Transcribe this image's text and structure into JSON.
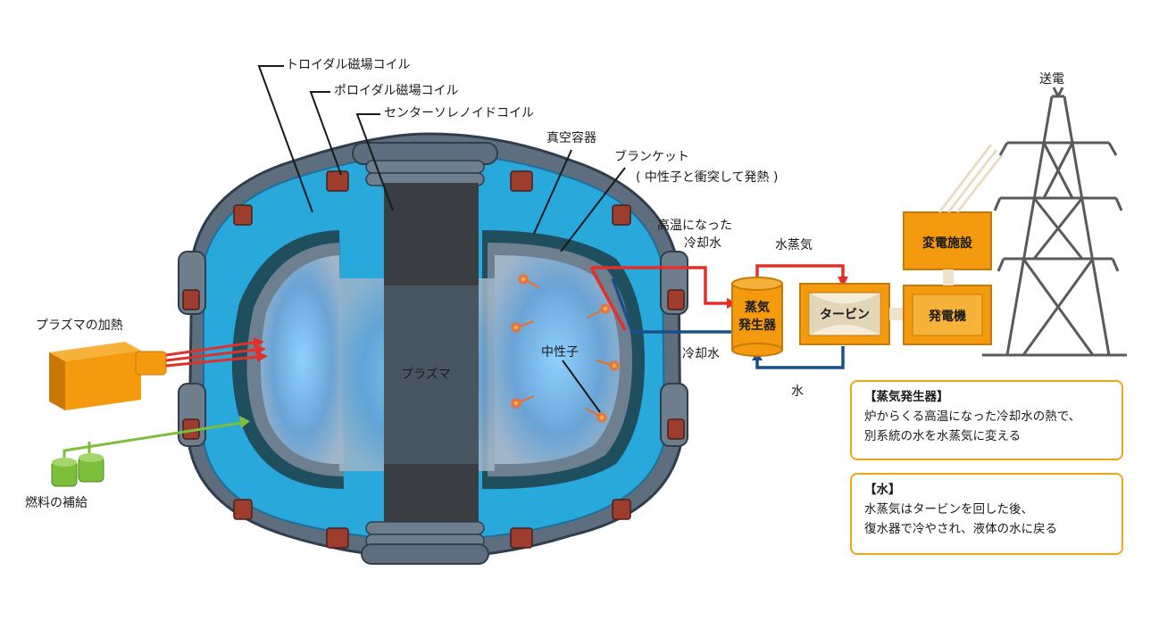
{
  "labels": {
    "toroidal_coil": "トロイダル磁場コイル",
    "poloidal_coil": "ポロイダル磁場コイル",
    "center_solenoid": "センターソレノイドコイル",
    "vacuum_vessel": "真空容器",
    "blanket": "ブランケット",
    "blanket_note": "( 中性子と衝突して発熱 )",
    "hot_coolant_1": "高温になった",
    "hot_coolant_2": "冷却水",
    "steam": "水蒸気",
    "coolant": "冷却水",
    "water": "水",
    "plasma": "プラズマ",
    "neutron": "中性子",
    "plasma_heating": "プラズマの加熱",
    "fuel_supply": "燃料の補給",
    "transmission": "送電"
  },
  "boxes": {
    "steam_generator_1": "蒸気",
    "steam_generator_2": "発生器",
    "turbine": "タービン",
    "generator": "発電機",
    "substation": "変電施設"
  },
  "info": {
    "steam_generator": {
      "title": "【蒸気発生器】",
      "line1": "炉からくる高温になった冷却水の熱で、",
      "line2": "別系統の水を水蒸気に変える"
    },
    "water": {
      "title": "【水】",
      "line1": "水蒸気はタービンを回した後、",
      "line2": "復水器で冷やされ、液体の水に戻る"
    }
  },
  "colors": {
    "blanket_blue": "#29a8dc",
    "vessel_dark": "#1f4e5f",
    "plasma_blue": "#6ea5d8",
    "solenoid": "#3a3d42",
    "coil_red": "#9c3d2e",
    "orange": "#f39a0e",
    "hot_pipe": "#e0302b",
    "cool_pipe": "#1b4f8a",
    "fuel_green": "#7cbf3a",
    "box_border": "#f2a51a"
  }
}
